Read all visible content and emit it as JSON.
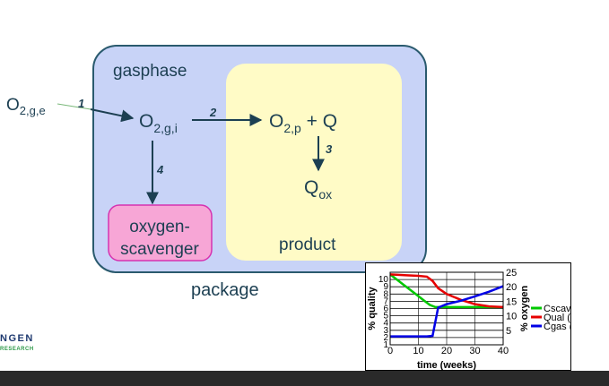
{
  "diagram": {
    "gasphase_label": "gasphase",
    "package_label": "package",
    "product_label": "product",
    "scavenger_line1": "oxygen-",
    "scavenger_line2": "scavenger",
    "o2_external": {
      "base": "O",
      "sub": "2,g,e"
    },
    "o2_internal": {
      "base": "O",
      "sub": "2,g,i"
    },
    "o2_product": {
      "base": "O",
      "sub": "2,p",
      "suffix": " + Q"
    },
    "q_ox": {
      "base": "Q",
      "sub": "ox"
    },
    "step1": "1",
    "step2": "2",
    "step3": "3",
    "step4": "4",
    "colors": {
      "package_fill": "#c8d3f7",
      "package_stroke": "#2a5a6e",
      "product_fill": "#fffbc6",
      "scavenger_fill": "#f7a6d6",
      "scavenger_stroke": "#d632b0",
      "text": "#1c3f52"
    }
  },
  "logo": {
    "main": "NGEN",
    "sub": "RESEARCH"
  },
  "chart_data": {
    "type": "line",
    "xlabel": "time (weeks)",
    "ylabel_left": "% quality",
    "ylabel_right": "% oxygen",
    "xlim": [
      0,
      40
    ],
    "ylim_left": [
      0,
      100
    ],
    "ylim_right": [
      0,
      25
    ],
    "x_ticks": [
      "0",
      "10",
      "20",
      "30",
      "40"
    ],
    "y_ticks_left": [
      "1",
      "2",
      "3",
      "4",
      "5",
      "6",
      "7",
      "8",
      "9",
      "10"
    ],
    "y_ticks_right": [
      "5",
      "10",
      "15",
      "20",
      "25"
    ],
    "legend_position": "right",
    "series": [
      {
        "name": "Cscav(%)",
        "color": "#00c800",
        "x": [
          0,
          3,
          6,
          9,
          12,
          14,
          16,
          20,
          25,
          30,
          35,
          40
        ],
        "y": [
          97,
          88,
          79,
          70,
          61,
          55,
          52,
          52,
          52,
          52,
          52,
          52
        ]
      },
      {
        "name": "Qual (%)",
        "color": "#e60000",
        "x": [
          0,
          5,
          10,
          13,
          15,
          17,
          20,
          25,
          30,
          35,
          40
        ],
        "y": [
          97,
          96,
          95,
          94,
          88,
          78,
          70,
          62,
          56,
          53,
          52
        ]
      },
      {
        "name": "Cgas (%)",
        "color": "#0000e6",
        "x": [
          0,
          5,
          10,
          13,
          15,
          17,
          20,
          25,
          30,
          35,
          40
        ],
        "y": [
          2.9,
          2.9,
          2.9,
          2.9,
          3.1,
          12.8,
          14.0,
          15.2,
          16.7,
          18.3,
          20.2
        ]
      }
    ]
  }
}
